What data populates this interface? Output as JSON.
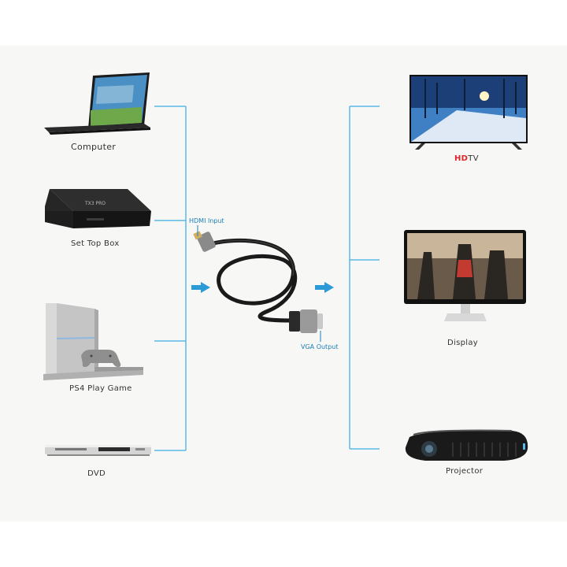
{
  "sources": {
    "computer": "Computer",
    "set_top_box": "Set Top Box",
    "ps4": "PS4 Play Game",
    "dvd": "DVD"
  },
  "outputs": {
    "hdtv_prefix": "HD",
    "hdtv_suffix": "TV",
    "display": "Display",
    "projector": "Projector"
  },
  "cable": {
    "input_label": "HDMI Input",
    "output_label": "VGA Output",
    "set_top_box_badge": "TX3 PRO"
  },
  "colors": {
    "connector_line": "#5bb8e6",
    "arrow": "#2c9ad6",
    "hd_red": "#e0252b",
    "label_blue": "#1a7fb8"
  }
}
